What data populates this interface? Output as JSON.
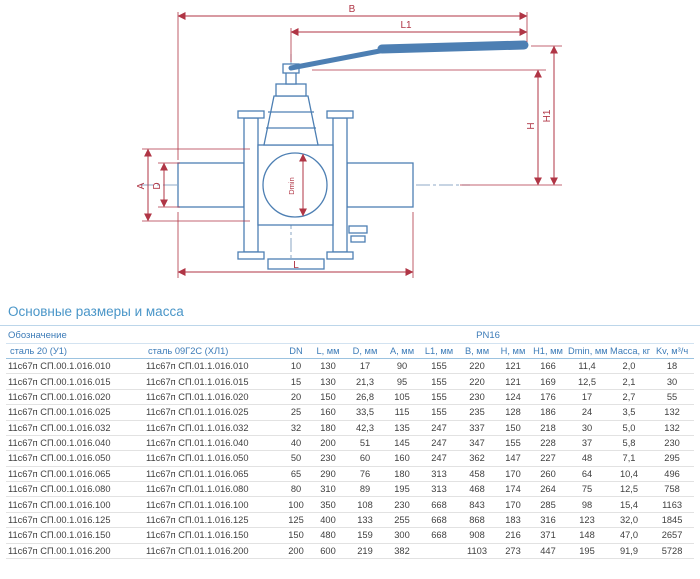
{
  "drawing": {
    "dim_labels": {
      "B": "B",
      "L1": "L1",
      "H": "H",
      "H1": "H1",
      "A": "A",
      "D": "D",
      "Dmin": "Dmin",
      "L": "L"
    },
    "colors": {
      "outline": "#4d7fb3",
      "dimension": "#b03545"
    }
  },
  "section": {
    "title": "Основные размеры и масса"
  },
  "table": {
    "group_headers": {
      "designation": "Обозначение",
      "pn": "PN16"
    },
    "columns": [
      "сталь 20 (У1)",
      "сталь 09Г2С (ХЛ1)",
      "DN",
      "L, мм",
      "D, мм",
      "A, мм",
      "L1, мм",
      "B, мм",
      "H, мм",
      "H1, мм",
      "Dmin, мм",
      "Масса, кг",
      "Kv, м³/ч"
    ],
    "rows": [
      [
        "11с67п СП.00.1.016.010",
        "11с67п СП.01.1.016.010",
        "10",
        "130",
        "17",
        "90",
        "155",
        "220",
        "121",
        "166",
        "11,4",
        "2,0",
        "18"
      ],
      [
        "11с67п СП.00.1.016.015",
        "11с67п СП.01.1.016.015",
        "15",
        "130",
        "21,3",
        "95",
        "155",
        "220",
        "121",
        "169",
        "12,5",
        "2,1",
        "30"
      ],
      [
        "11с67п СП.00.1.016.020",
        "11с67п СП.01.1.016.020",
        "20",
        "150",
        "26,8",
        "105",
        "155",
        "230",
        "124",
        "176",
        "17",
        "2,7",
        "55"
      ],
      [
        "11с67п СП.00.1.016.025",
        "11с67п СП.01.1.016.025",
        "25",
        "160",
        "33,5",
        "115",
        "155",
        "235",
        "128",
        "186",
        "24",
        "3,5",
        "132"
      ],
      [
        "11с67п СП.00.1.016.032",
        "11с67п СП.01.1.016.032",
        "32",
        "180",
        "42,3",
        "135",
        "247",
        "337",
        "150",
        "218",
        "30",
        "5,0",
        "132"
      ],
      [
        "11с67п СП.00.1.016.040",
        "11с67п СП.01.1.016.040",
        "40",
        "200",
        "51",
        "145",
        "247",
        "347",
        "155",
        "228",
        "37",
        "5,8",
        "230"
      ],
      [
        "11с67п СП.00.1.016.050",
        "11с67п СП.01.1.016.050",
        "50",
        "230",
        "60",
        "160",
        "247",
        "362",
        "147",
        "227",
        "48",
        "7,1",
        "295"
      ],
      [
        "11с67п СП.00.1.016.065",
        "11с67п СП.01.1.016.065",
        "65",
        "290",
        "76",
        "180",
        "313",
        "458",
        "170",
        "260",
        "64",
        "10,4",
        "496"
      ],
      [
        "11с67п СП.00.1.016.080",
        "11с67п СП.01.1.016.080",
        "80",
        "310",
        "89",
        "195",
        "313",
        "468",
        "174",
        "264",
        "75",
        "12,5",
        "758"
      ],
      [
        "11с67п СП.00.1.016.100",
        "11с67п СП.01.1.016.100",
        "100",
        "350",
        "108",
        "230",
        "668",
        "843",
        "170",
        "285",
        "98",
        "15,4",
        "1163"
      ],
      [
        "11с67п СП.00.1.016.125",
        "11с67п СП.01.1.016.125",
        "125",
        "400",
        "133",
        "255",
        "668",
        "868",
        "183",
        "316",
        "123",
        "32,0",
        "1845"
      ],
      [
        "11с67п СП.00.1.016.150",
        "11с67п СП.01.1.016.150",
        "150",
        "480",
        "159",
        "300",
        "668",
        "908",
        "216",
        "371",
        "148",
        "47,0",
        "2657"
      ],
      [
        "11с67п СП.00.1.016.200",
        "11с67п СП.01.1.016.200",
        "200",
        "600",
        "219",
        "382",
        "",
        "1103",
        "273",
        "447",
        "195",
        "91,9",
        "5728"
      ]
    ]
  }
}
